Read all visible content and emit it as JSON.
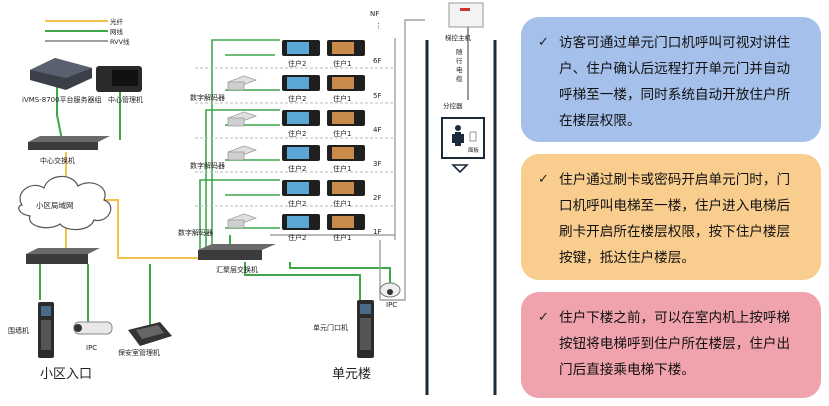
{
  "legend": {
    "fiber": "光纤",
    "network": "网线",
    "rvv": "RVV线"
  },
  "devices": {
    "platform_server": "iVMS-8700平台服务器组",
    "management_center": "中心管理机",
    "core_switch": "中心交换机",
    "lan": "小区局域网",
    "gate_unit": "围墙机",
    "ipc": "IPC",
    "security_console": "保安室管理机",
    "community_entrance": "小区入口",
    "aggregation_switch": "汇聚层交换机",
    "decoder": "数字解码器",
    "unit_door": "单元门口机",
    "building": "单元楼",
    "elevator_host": "梯控主机",
    "trailing_cable": "随行电缆",
    "distribution_controller": "分控器",
    "panel": "面板"
  },
  "floor_labels": [
    "NF",
    "6F",
    "5F",
    "4F",
    "3F",
    "2F",
    "1F"
  ],
  "resident_labels": {
    "household2": "住户2",
    "household1": "住户1"
  },
  "cards": [
    {
      "text": "访客可通过单元门口机呼叫可视对讲住户、住户确认后远程打开单元门并自动呼梯至一楼，同时系统自动开放住户所在楼层权限。",
      "color": "#a5c0ea"
    },
    {
      "text": "住户通过刷卡或密码开启单元门时，门口机呼叫电梯至一楼，住户进入电梯后刷卡开启所在楼层权限，按下住户楼层按键，抵达住户楼层。",
      "color": "#f9cd8e"
    },
    {
      "text": "住户下楼之前，可以在室内机上按呼梯按钮将电梯呼到住户所在楼层，住户出门后直接乘电梯下楼。",
      "color": "#f0a3ad"
    }
  ],
  "colors": {
    "fiber": "#f2c14e",
    "network": "#3fa64a",
    "rvv": "#a0a0a0"
  }
}
